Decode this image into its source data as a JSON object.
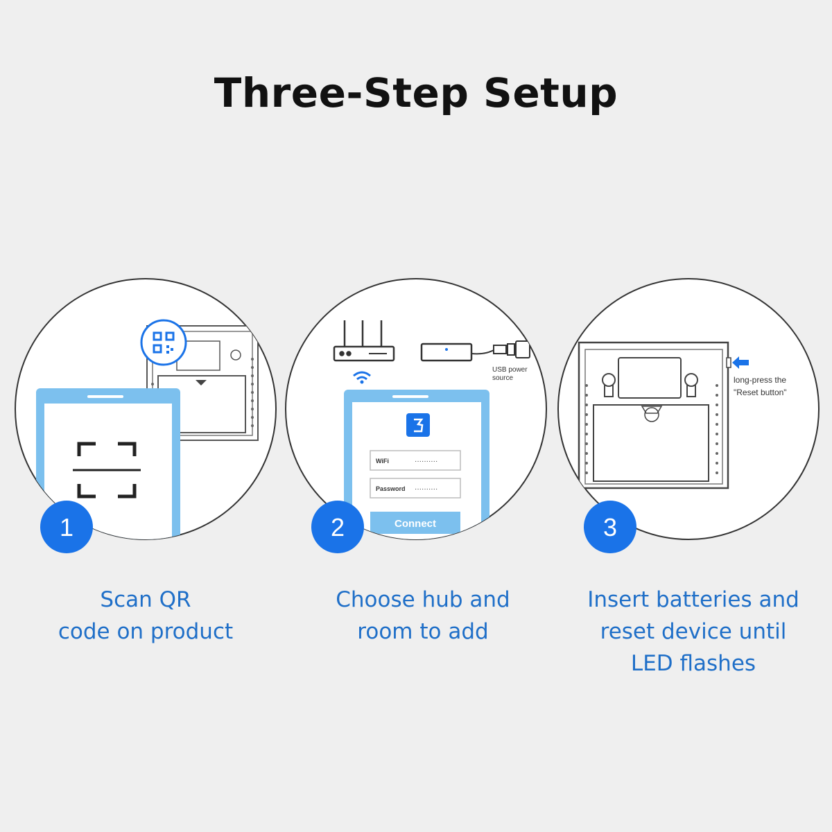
{
  "page": {
    "title": "Three-Step Setup"
  },
  "colors": {
    "accent": "#1a73e8",
    "caption": "#1f6fc8",
    "light_blue": "#7cc0ee",
    "background": "#efefef"
  },
  "steps": [
    {
      "number": "1",
      "caption_lines": [
        "Scan QR",
        "code on product"
      ],
      "icons": [
        "qr-code-icon",
        "scan-frame-icon"
      ]
    },
    {
      "number": "2",
      "caption_lines": [
        "Choose hub and",
        "room to add"
      ],
      "icons": [
        "router-icon",
        "hub-icon",
        "wifi-icon",
        "usb-plug-icon",
        "app-logo-icon"
      ],
      "usb_label_lines": [
        "USB power",
        "source"
      ],
      "form": {
        "wifi_label": "WiFi",
        "wifi_value": "··········",
        "password_label": "Password",
        "password_value": "··········",
        "connect_label": "Connect"
      }
    },
    {
      "number": "3",
      "caption_lines": [
        "Insert batteries and",
        "reset device until",
        "LED flashes"
      ],
      "icons": [
        "arrow-left-icon"
      ],
      "reset_note_lines": [
        "long-press the",
        "\"Reset button\""
      ]
    }
  ]
}
